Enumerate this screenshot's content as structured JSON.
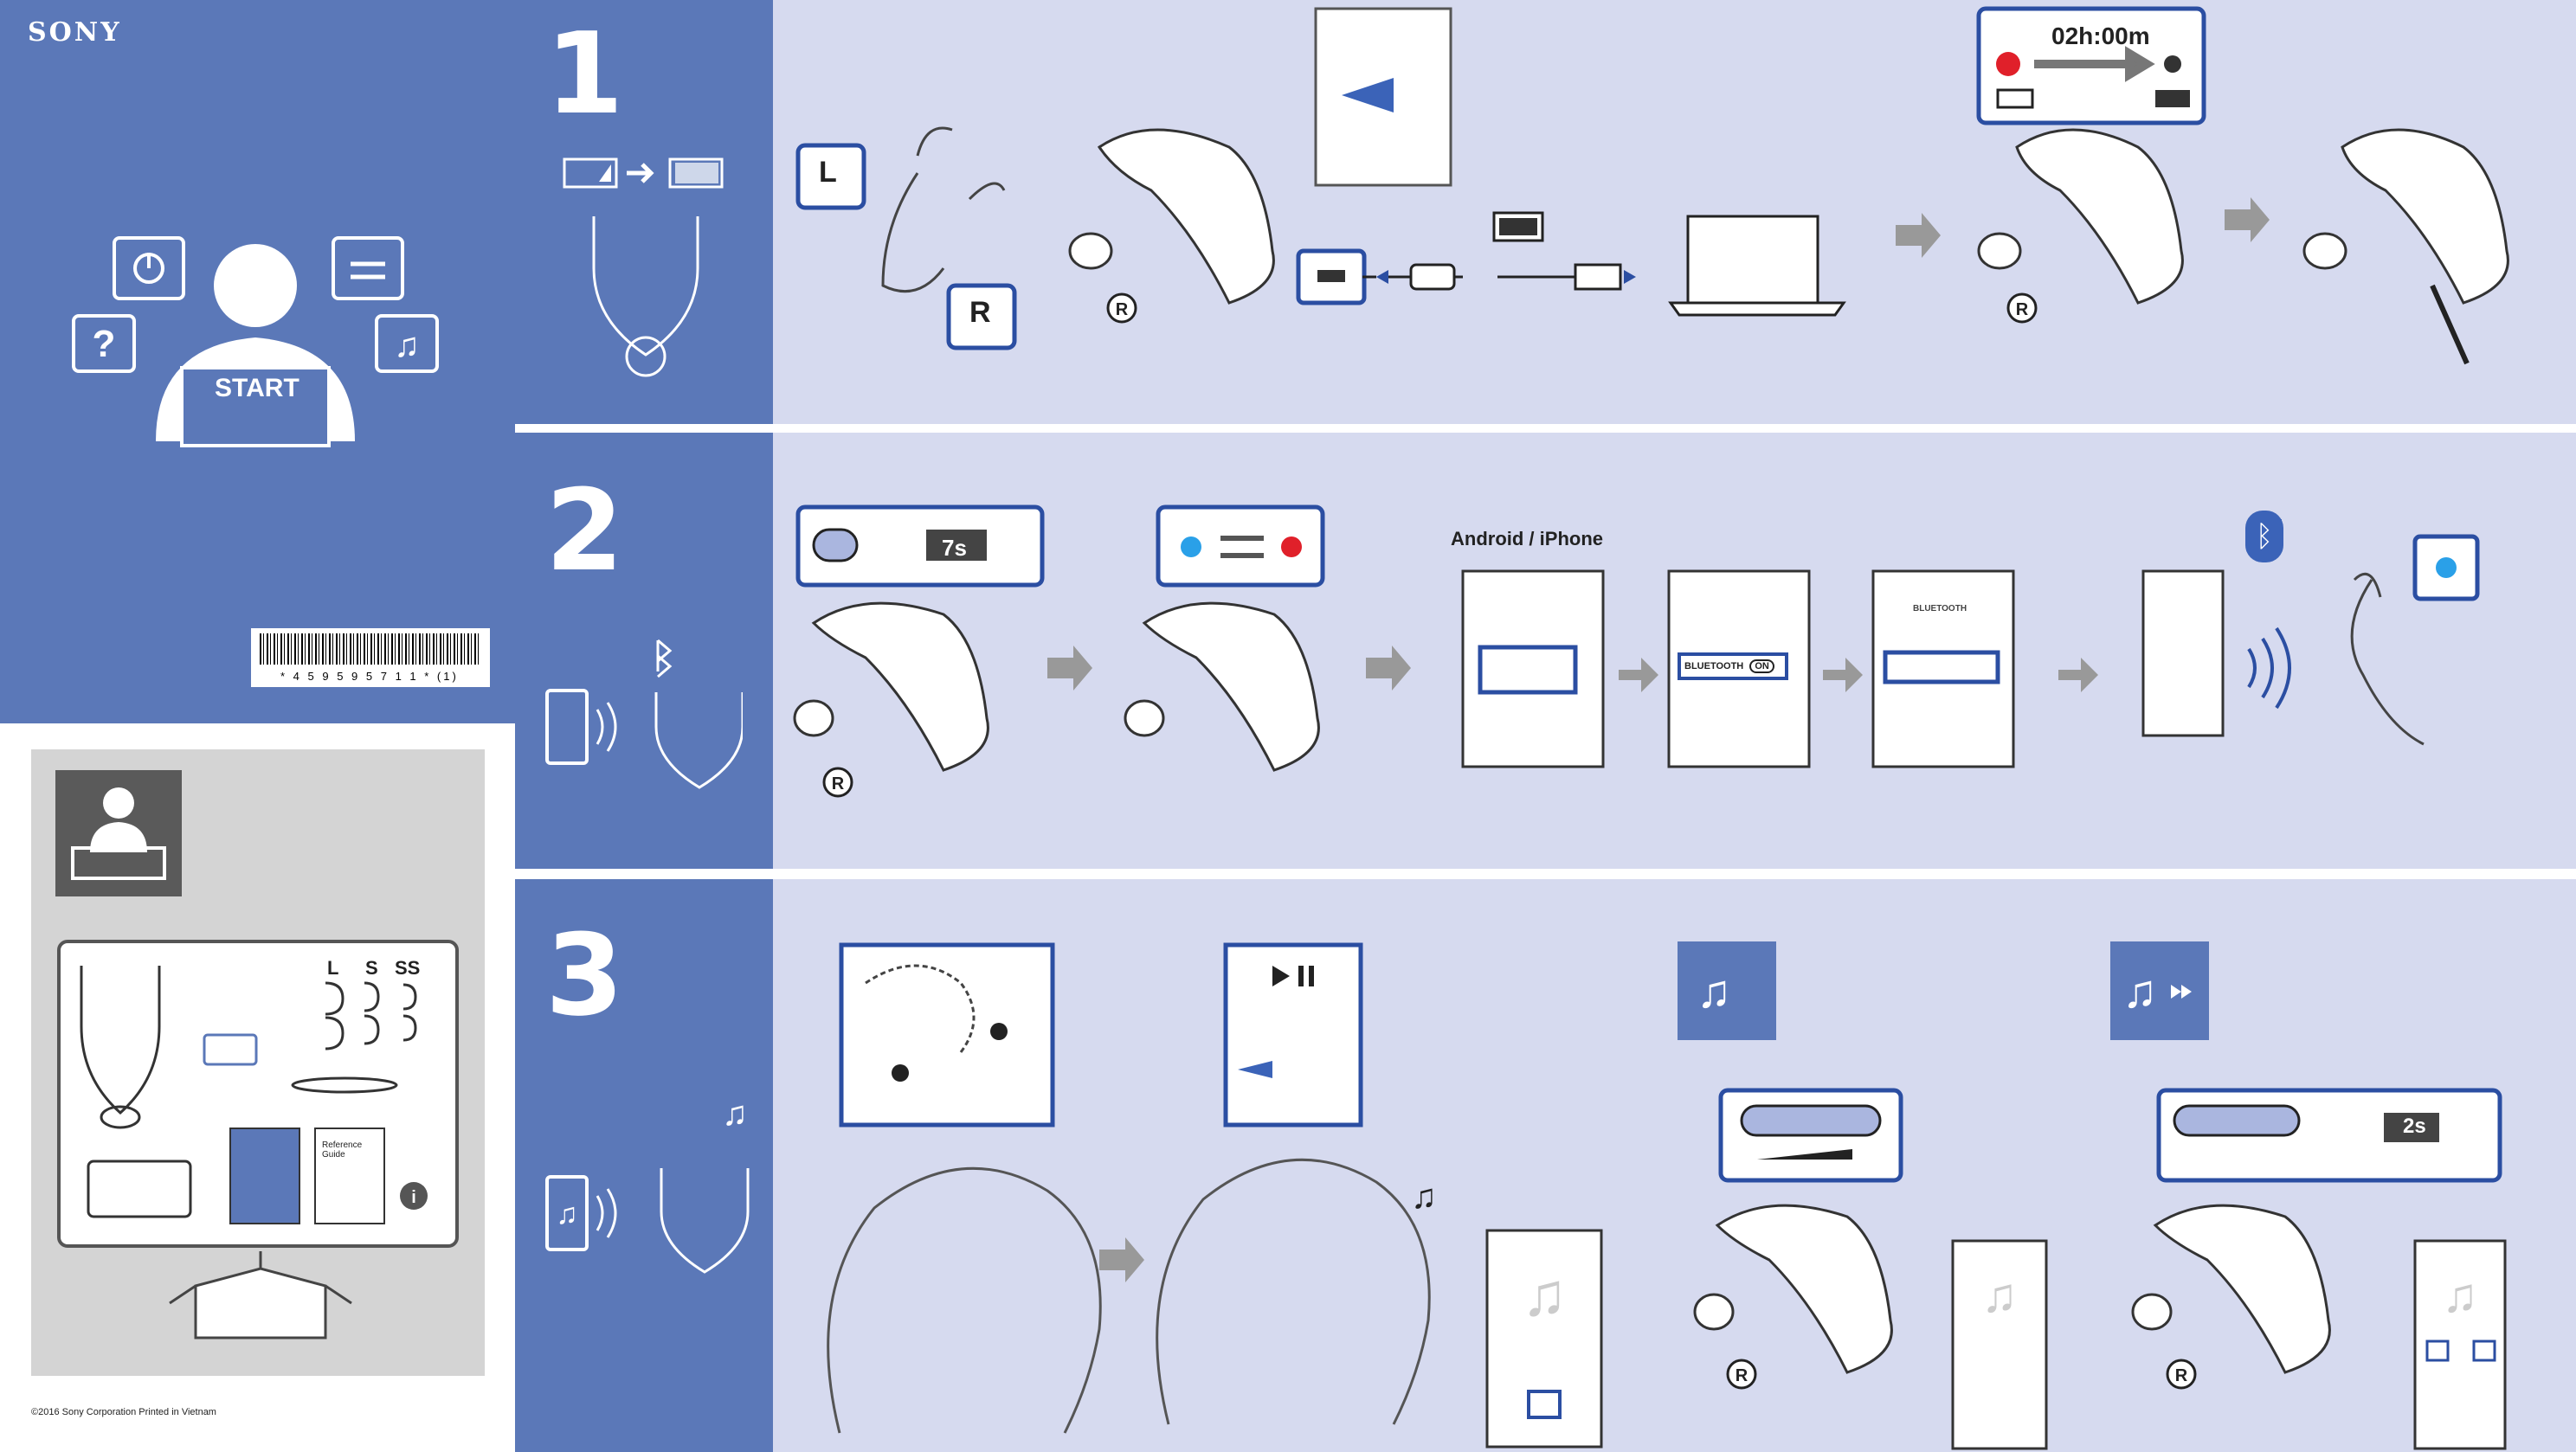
{
  "brand": "SONY",
  "cover": {
    "start_label": "START",
    "barcode_number": "* 4 5 9 5 9 5 7 1 1 * (1)"
  },
  "steps": [
    {
      "number": "1"
    },
    {
      "number": "2"
    },
    {
      "number": "3"
    }
  ],
  "step1": {
    "left_label": "L",
    "right_label": "R",
    "timer": "02h:00m"
  },
  "step2": {
    "platform_label": "Android / iPhone",
    "hold_time": "7s",
    "bt_on_label": "BLUETOOTH",
    "bt_on_state": "ON",
    "bt_screen_title": "BLUETOOTH"
  },
  "step3": {
    "skip_time": "2s"
  },
  "box_contents": {
    "sizes": [
      "L",
      "S",
      "SS"
    ],
    "ref_guide": "Reference Guide"
  },
  "copyright": "©2016 Sony Corporation Printed in Vietnam",
  "colors": {
    "blue": "#5b78b8",
    "panel": "#d6daef",
    "red_led": "#e0202a",
    "blue_led": "#2aa0e8"
  }
}
